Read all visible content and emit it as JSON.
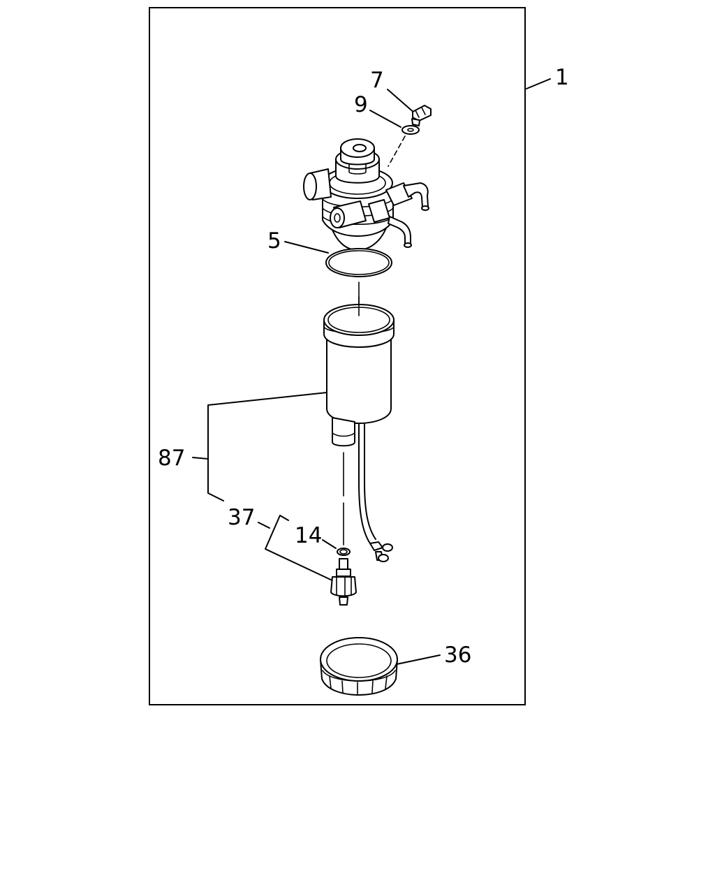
{
  "callouts": {
    "assembly": "1",
    "bleeder_screw": "7",
    "washer": "9",
    "o_ring_head": "5",
    "element_kit": "87",
    "sensor_kit": "37",
    "o_ring_sensor": "14",
    "retaining_ring": "36"
  }
}
